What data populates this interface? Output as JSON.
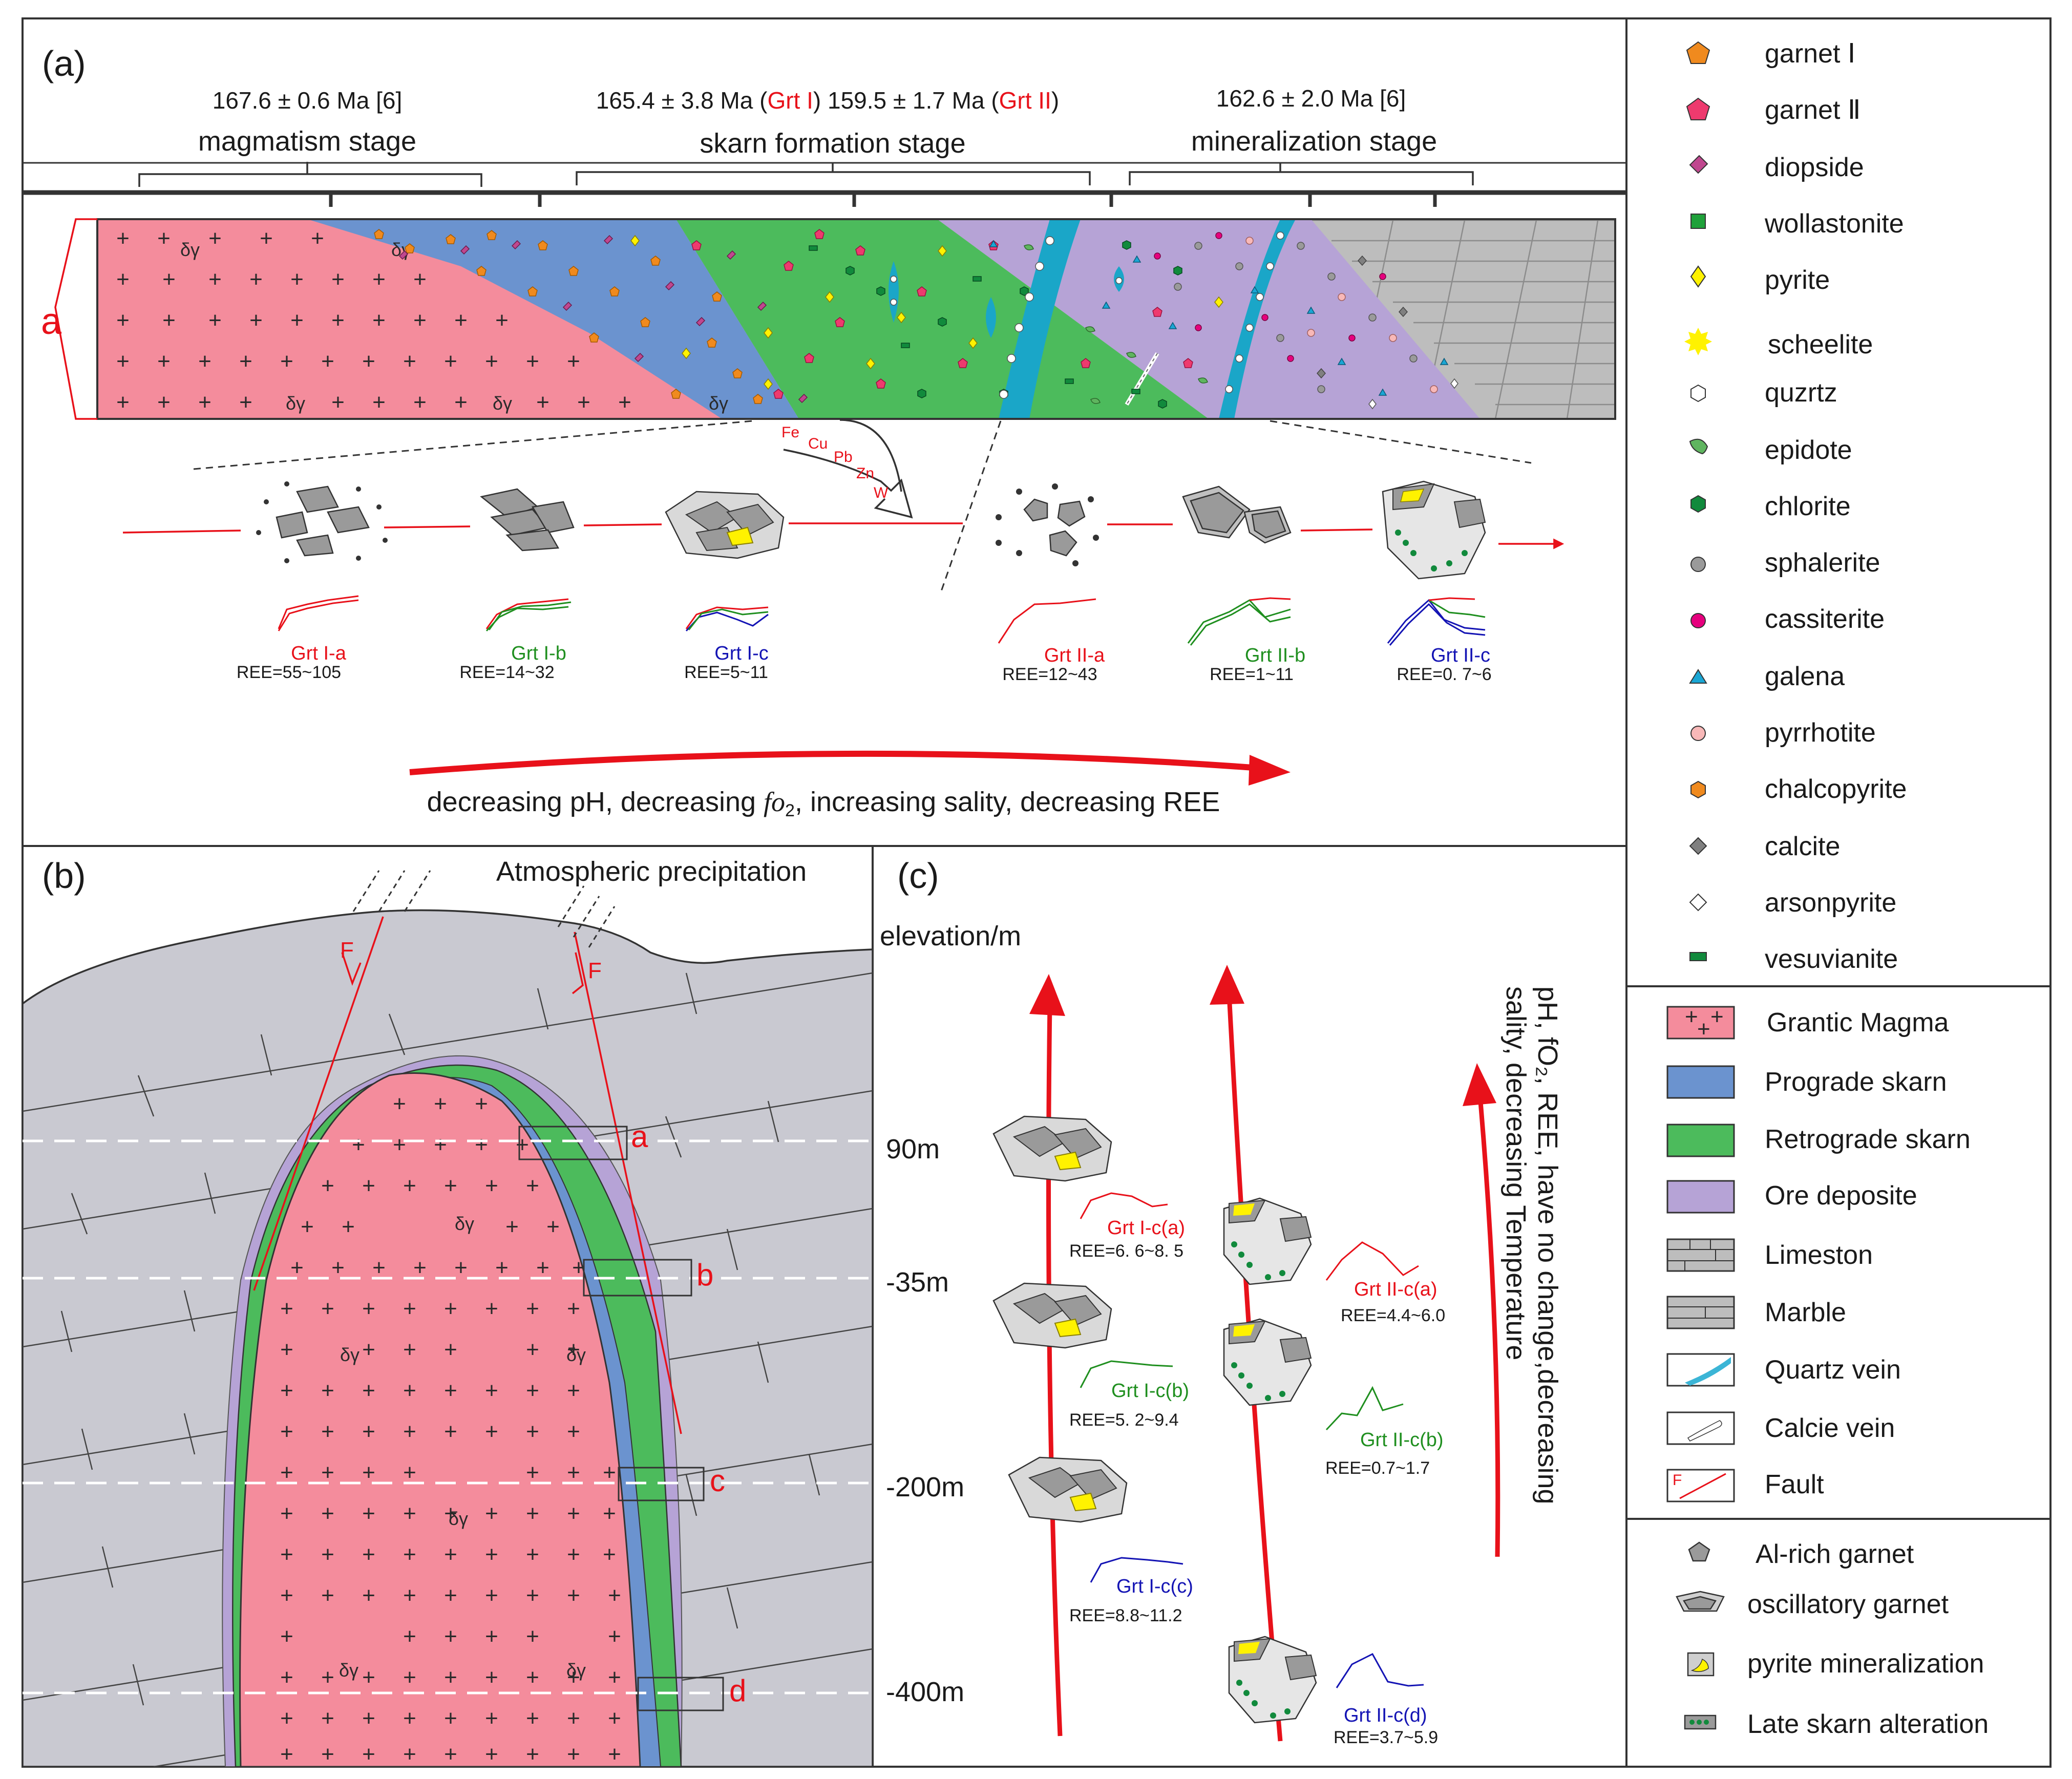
{
  "panels": {
    "a": "(a)",
    "b": "(b)",
    "c": "(c)"
  },
  "panel_a": {
    "stages": [
      {
        "age": "167.6 ± 0.6 Ma [6]",
        "label": "magmatism stage"
      },
      {
        "age_parts": [
          "165.4 ± 3.8 Ma (",
          "Grt I",
          ") 159.5 ± 1.7 Ma (",
          "Grt II",
          ")"
        ],
        "label": "skarn formation stage"
      },
      {
        "age": "162.6 ± 2.0 Ma [6]",
        "label": "mineralization stage"
      }
    ],
    "section_marker": "a",
    "elements": [
      "Fe",
      "Cu",
      "Pb",
      "Zn",
      "W"
    ],
    "garnets": [
      {
        "name": "Grt I-a",
        "ree": "REE=55~105",
        "color": "#e8111a"
      },
      {
        "name": "Grt I-b",
        "ree": "REE=14~32",
        "color": "#1f8f1f"
      },
      {
        "name": "Grt I-c",
        "ree": "REE=5~11",
        "color": "#1414b4"
      },
      {
        "name": "Grt II-a",
        "ree": "REE=12~43",
        "color": "#e8111a"
      },
      {
        "name": "Grt II-b",
        "ree": "REE=1~11",
        "color": "#1f8f1f"
      },
      {
        "name": "Grt II-c",
        "ree": "REE=0. 7~6",
        "color": "#1414b4"
      }
    ],
    "trend_parts": [
      "decreasing pH, decreasing ",
      "f",
      "o",
      "2",
      ", increasing sality, decreasing REE"
    ],
    "rock_symbol": "δγ"
  },
  "panel_b": {
    "title": "Atmospheric precipitation",
    "fault_label": "F",
    "section_labels": [
      "a",
      "b",
      "c",
      "d"
    ],
    "rock_symbol": "δγ"
  },
  "panel_c": {
    "axis_title": "elevation/m",
    "elevations": [
      "90m",
      "-35m",
      "-200m",
      "-400m"
    ],
    "grt1": [
      {
        "name": "Grt I-c(a)",
        "ree": "REE=6. 6~8. 5",
        "color": "#e8111a"
      },
      {
        "name": "Grt I-c(b)",
        "ree": "REE=5. 2~9.4",
        "color": "#1f8f1f"
      },
      {
        "name": "Grt I-c(c)",
        "ree": "REE=8.8~11.2",
        "color": "#1414b4"
      }
    ],
    "grt2": [
      {
        "name": "Grt II-c(a)",
        "ree": "REE=4.4~6.0",
        "color": "#e8111a"
      },
      {
        "name": "Grt II-c(b)",
        "ree": "REE=0.7~1.7",
        "color": "#1f8f1f"
      },
      {
        "name": "Grt II-c(d)",
        "ree": "REE=3.7~5.9",
        "color": "#1414b4"
      }
    ],
    "side_text_line1": "pH, fO₂, REE, have no change,decreasing",
    "side_text_line2": "sality, decreasing Temperature"
  },
  "legend": {
    "minerals": [
      {
        "label": "garnet Ⅰ",
        "icon": "pentagon-icon",
        "color": "#f08a1e"
      },
      {
        "label": "garnet Ⅱ",
        "icon": "pentagon-icon",
        "color": "#ee3a6e"
      },
      {
        "label": "diopside",
        "icon": "rhombus-icon",
        "color": "#c0478f"
      },
      {
        "label": "wollastonite",
        "icon": "square-icon",
        "color": "#1fa13a"
      },
      {
        "label": "pyrite",
        "icon": "diamond-icon",
        "color": "#fff200"
      },
      {
        "label": "scheelite",
        "icon": "star-icon",
        "color": "#fff200"
      },
      {
        "label": "quzrtz",
        "icon": "hexagon-icon",
        "color": "#ffffff"
      },
      {
        "label": "epidote",
        "icon": "leaf-icon",
        "color": "#5fb55f"
      },
      {
        "label": "chlorite",
        "icon": "hexagon-icon",
        "color": "#118a3c"
      },
      {
        "label": "sphalerite",
        "icon": "circle-icon",
        "color": "#9a9a9a"
      },
      {
        "label": "cassiterite",
        "icon": "circle-icon",
        "color": "#e6007e"
      },
      {
        "label": "galena",
        "icon": "triangle-icon",
        "color": "#1aa6d4"
      },
      {
        "label": "pyrrhotite",
        "icon": "circle-icon",
        "color": "#f8b8b8"
      },
      {
        "label": "chalcopyrite",
        "icon": "hexagon-icon",
        "color": "#f08a1e"
      },
      {
        "label": "calcite",
        "icon": "diamond-icon",
        "color": "#808080"
      },
      {
        "label": "arsonpyrite",
        "icon": "diamond-icon",
        "color": "#ffffff"
      },
      {
        "label": "vesuvianite",
        "icon": "bar-icon",
        "color": "#118a3c"
      }
    ],
    "units": [
      {
        "label": "Grantic Magma",
        "icon": "magma-swatch",
        "color": "#f48c9c"
      },
      {
        "label": "Prograde skarn",
        "icon": "prograde-swatch",
        "color": "#6b93cf"
      },
      {
        "label": "Retrograde skarn",
        "icon": "retrograde-swatch",
        "color": "#4cbb5c"
      },
      {
        "label": "Ore deposite",
        "icon": "ore-swatch",
        "color": "#b6a3d6"
      },
      {
        "label": "Limeston",
        "icon": "limestone-swatch",
        "color": "#bdbdbd"
      },
      {
        "label": "Marble",
        "icon": "marble-swatch",
        "color": "#bdbdbd"
      },
      {
        "label": "Quartz vein",
        "icon": "quartz-vein-swatch",
        "color": "#3bb5d6"
      },
      {
        "label": "Calcie vein",
        "icon": "calcite-vein-swatch",
        "color": "#ffffff"
      },
      {
        "label": "Fault",
        "icon": "fault-swatch",
        "color": "#e8111a",
        "glyph": "F"
      }
    ],
    "textures": [
      {
        "label": "Al-rich garnet",
        "icon": "al-rich-garnet-icon"
      },
      {
        "label": "oscillatory garnet",
        "icon": "oscillatory-garnet-icon"
      },
      {
        "label": "pyrite mineralization",
        "icon": "pyrite-mineralization-icon"
      },
      {
        "label": "Late skarn alteration",
        "icon": "late-skarn-alteration-icon"
      }
    ]
  }
}
